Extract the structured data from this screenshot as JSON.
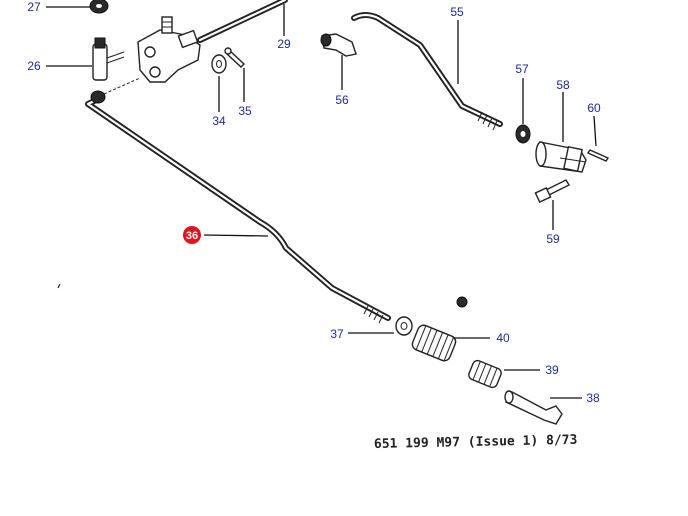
{
  "parts": [
    {
      "num": "27",
      "highlight": false
    },
    {
      "num": "26",
      "highlight": false
    },
    {
      "num": "29",
      "highlight": false
    },
    {
      "num": "34",
      "highlight": false
    },
    {
      "num": "35",
      "highlight": false
    },
    {
      "num": "36",
      "highlight": true
    },
    {
      "num": "37",
      "highlight": false
    },
    {
      "num": "38",
      "highlight": false
    },
    {
      "num": "39",
      "highlight": false
    },
    {
      "num": "40",
      "highlight": false
    },
    {
      "num": "55",
      "highlight": false
    },
    {
      "num": "56",
      "highlight": false
    },
    {
      "num": "57",
      "highlight": false
    },
    {
      "num": "58",
      "highlight": false
    },
    {
      "num": "59",
      "highlight": false
    },
    {
      "num": "60",
      "highlight": false
    }
  ],
  "reference": "651 199 M97 (Issue 1) 8/73",
  "colors": {
    "label": "#1a2a9a",
    "highlight": "#e0141e",
    "line": "#222222"
  }
}
